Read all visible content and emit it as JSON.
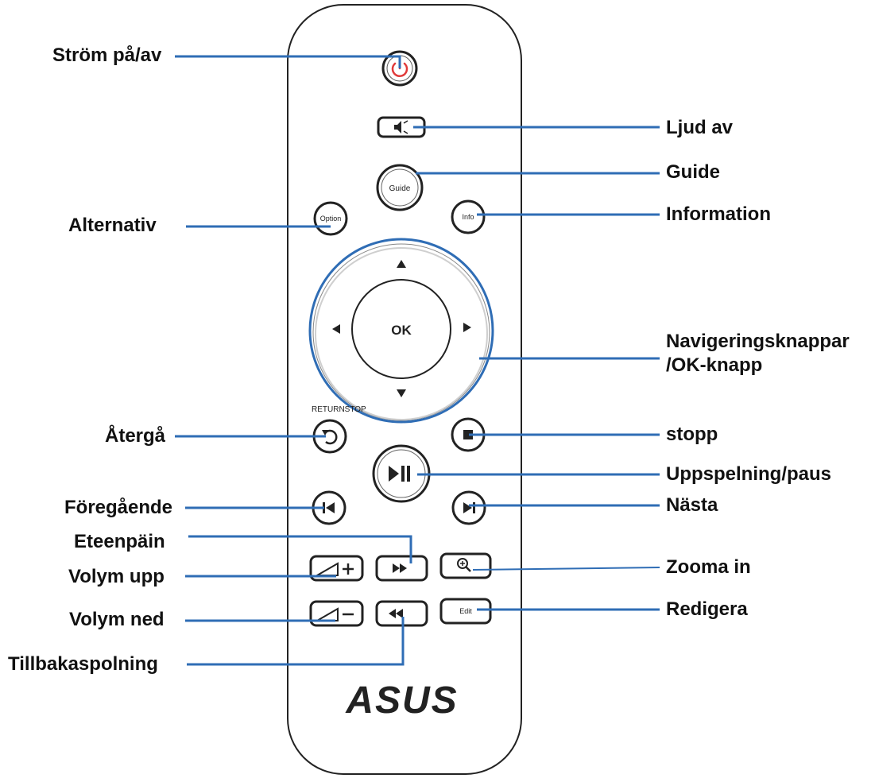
{
  "remote": {
    "buttons": {
      "guide": "Guide",
      "option": "Option",
      "info": "Info",
      "ok": "OK",
      "edit": "Edit"
    },
    "return_stop_caption": "RETURNSTOP",
    "logo": "ASUS"
  },
  "labels": {
    "power": "Ström på/av",
    "mute": "Ljud av",
    "guide": "Guide",
    "option": "Alternativ",
    "info": "Information",
    "navigation_line1": "Navigeringsknappar",
    "navigation_line2": "/OK-knapp",
    "return": "Återgå",
    "stop": "stopp",
    "play_pause": "Uppspelning/paus",
    "previous": "Föregående",
    "next": "Nästa",
    "forward": "Eteenpäin",
    "volume_up": "Volym upp",
    "zoom_in": "Zooma in",
    "volume_down": "Volym ned",
    "edit": "Redigera",
    "rewind": "Tillbakaspolning"
  },
  "colors": {
    "leader": "#2f6db5",
    "power_icon": "#e03a3a",
    "outline": "#222222"
  }
}
